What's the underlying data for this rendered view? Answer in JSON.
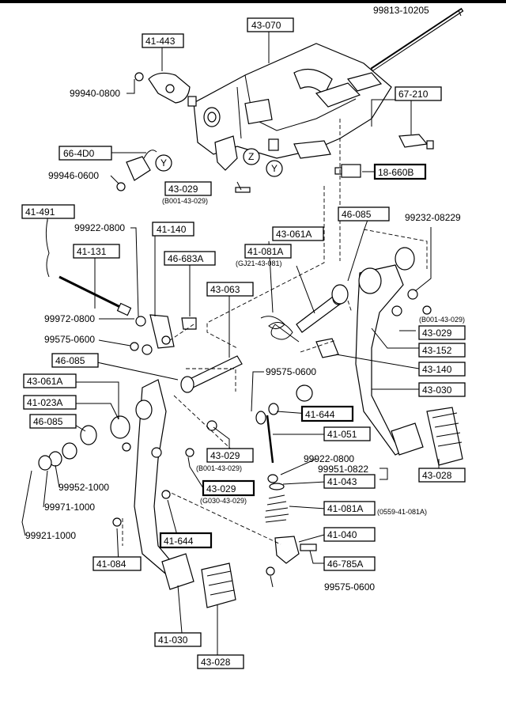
{
  "callouts": {
    "top_bolt": "99813-10205",
    "bracket": "43-070",
    "plate": "41-443",
    "nut_top": "99940-0800",
    "switch_right": "67-210",
    "switch_left": "66-4D0",
    "circle_y": "Y",
    "circle_z": "Z",
    "screw_left": "99946-0600",
    "bolt_a": "43-029",
    "bolt_a_ref": "(B001-43-029)",
    "switch_mid": "18-660B",
    "clutch_cable": "41-491",
    "nut_0800": "99922-0800",
    "rod_140": "41-140",
    "rod_131": "41-131",
    "bush_683": "46-683A",
    "bush_081": "41-081A",
    "bush_081_ref": "(GJ21-43-081)",
    "spacer_061": "43-061A",
    "bush_085_r": "46-085",
    "nut_right": "99232-08229",
    "ref_right": "(B001-43-029)",
    "washer_0800": "99972-0800",
    "pin_063": "43-063",
    "bolt_r": "43-029",
    "washer_0600": "99575-0600",
    "pad_152": "43-152",
    "bush_085_l": "46-085",
    "clip_140": "43-140",
    "washer_0600_mid": "99575-0600",
    "spacer_061_l": "43-061A",
    "pedal_030": "43-030",
    "bush_023": "41-023A",
    "pin_644_mid": "41-644",
    "bush_085_l2": "46-085",
    "rod_051": "41-051",
    "bolt_mid": "43-029",
    "bolt_mid_ref": "(B001-43-029)",
    "nut_0800_b": "99922-0800",
    "nut_0822": "99951-0822",
    "spring_043": "41-043",
    "nut_1000": "99952-1000",
    "bolt_low": "43-029",
    "bolt_low_ref": "(G030-43-029)",
    "washer_1000": "99971-1000",
    "spring_081": "41-081A",
    "spring_081_ref": "(0559-41-081A)",
    "nut_1000b": "99921-1000",
    "pin_644_low": "41-644",
    "master_040": "41-040",
    "pedal_028": "43-028",
    "bush_084": "41-084",
    "bush_785": "46-785A",
    "washer_0600_low": "99575-0600",
    "pedal_030_l": "41-030",
    "pad_028_l": "43-028"
  }
}
